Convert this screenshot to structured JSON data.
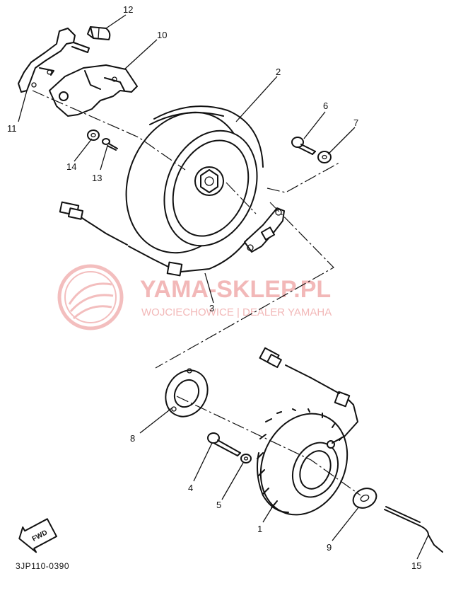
{
  "watermark": {
    "brand": "YAMA-SKLEP.PL",
    "tagline": "WOJCIECHOWICE | DEALER YAMAHA",
    "color": "#f2b8b8"
  },
  "fwd_label": "FWD",
  "diagram_code": "3JP110-0390",
  "callouts": {
    "p1": "1",
    "p2": "2",
    "p3": "3",
    "p4": "4",
    "p5": "5",
    "p6": "6",
    "p7": "7",
    "p8": "8",
    "p9": "9",
    "p10": "10",
    "p11": "11",
    "p12": "12",
    "p13": "13",
    "p14": "14",
    "p15": "15"
  }
}
